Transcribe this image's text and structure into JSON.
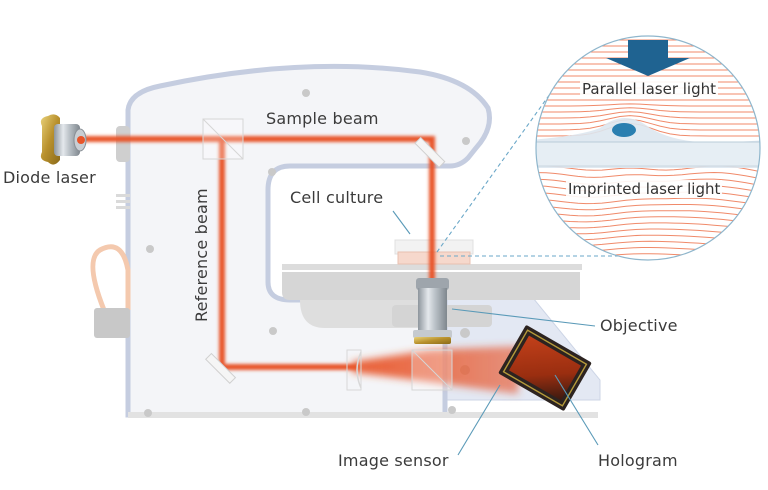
{
  "diagram": {
    "type": "holographic-microscope-schematic",
    "labels": {
      "diode_laser": "Diode laser",
      "sample_beam": "Sample beam",
      "reference_beam": "Reference beam",
      "cell_culture": "Cell culture",
      "objective": "Objective",
      "image_sensor": "Image sensor",
      "hologram": "Hologram"
    },
    "inset": {
      "top_label": "Parallel laser light",
      "bottom_label": "Imprinted laser light"
    },
    "colors": {
      "laser": "#e8552a",
      "laser_light_lines": "#f08a6a",
      "housing": "#f4f5f8",
      "housing_edge": "#c5cde0",
      "stage": "#d9d9d9",
      "arrow": "#1f6391",
      "cell": "#2a7fb0",
      "leader_line": "#5a9ab8",
      "text": "#3b3b3b"
    }
  }
}
